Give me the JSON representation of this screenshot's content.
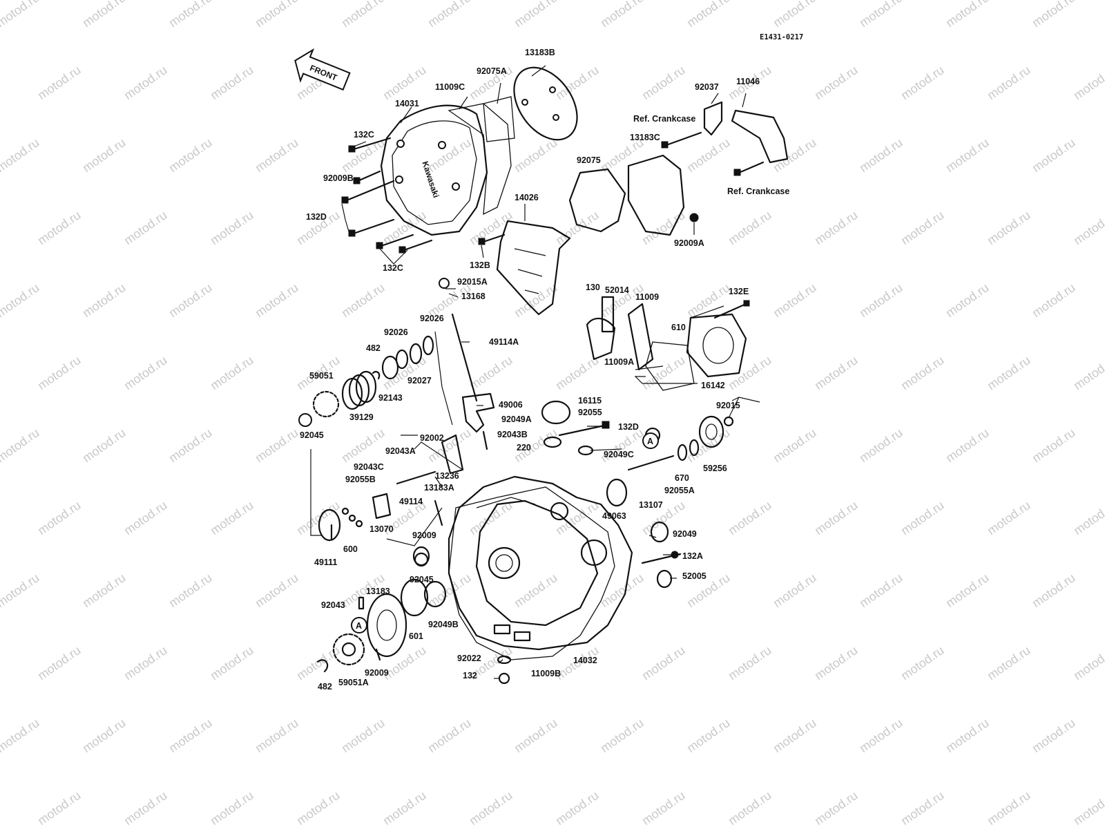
{
  "diagram": {
    "code": "E1431-0217",
    "front_label": "FRONT",
    "brand_text": "Kawasaki",
    "watermark": "motod.ru",
    "ref_label": "Ref. Crankcase",
    "ref_marker": "A",
    "parts": [
      {
        "id": "p0",
        "label": "13183B"
      },
      {
        "id": "p1",
        "label": "92075A"
      },
      {
        "id": "p2",
        "label": "11009C"
      },
      {
        "id": "p3",
        "label": "14031"
      },
      {
        "id": "p4",
        "label": "132C"
      },
      {
        "id": "p5",
        "label": "92009B"
      },
      {
        "id": "p6",
        "label": "132D"
      },
      {
        "id": "p7",
        "label": "132C"
      },
      {
        "id": "p8",
        "label": "92037"
      },
      {
        "id": "p9",
        "label": "11046"
      },
      {
        "id": "p10",
        "label": "13183C"
      },
      {
        "id": "p11",
        "label": "92075"
      },
      {
        "id": "p12",
        "label": "14026"
      },
      {
        "id": "p13",
        "label": "132B"
      },
      {
        "id": "p14",
        "label": "92009A"
      },
      {
        "id": "p15",
        "label": "92015A"
      },
      {
        "id": "p16",
        "label": "13168"
      },
      {
        "id": "p17",
        "label": "130"
      },
      {
        "id": "p18",
        "label": "52014"
      },
      {
        "id": "p19",
        "label": "11009"
      },
      {
        "id": "p20",
        "label": "132E"
      },
      {
        "id": "p21",
        "label": "610"
      },
      {
        "id": "p22",
        "label": "11009A"
      },
      {
        "id": "p23",
        "label": "16142"
      },
      {
        "id": "p24",
        "label": "92026"
      },
      {
        "id": "p25",
        "label": "92026"
      },
      {
        "id": "p26",
        "label": "482"
      },
      {
        "id": "p27",
        "label": "49114A"
      },
      {
        "id": "p28",
        "label": "59051"
      },
      {
        "id": "p29",
        "label": "92027"
      },
      {
        "id": "p30",
        "label": "92143"
      },
      {
        "id": "p31",
        "label": "39129"
      },
      {
        "id": "p32",
        "label": "92045"
      },
      {
        "id": "p33",
        "label": "49006"
      },
      {
        "id": "p34",
        "label": "16115"
      },
      {
        "id": "p35",
        "label": "92055"
      },
      {
        "id": "p36",
        "label": "92049A"
      },
      {
        "id": "p37",
        "label": "132D"
      },
      {
        "id": "p38",
        "label": "92015"
      },
      {
        "id": "p39",
        "label": "92002"
      },
      {
        "id": "p40",
        "label": "92043A"
      },
      {
        "id": "p41",
        "label": "92043B"
      },
      {
        "id": "p42",
        "label": "220"
      },
      {
        "id": "p43",
        "label": "92049C"
      },
      {
        "id": "p44",
        "label": "92043C"
      },
      {
        "id": "p45",
        "label": "13236"
      },
      {
        "id": "p46",
        "label": "92055B"
      },
      {
        "id": "p47",
        "label": "13183A"
      },
      {
        "id": "p48",
        "label": "49114"
      },
      {
        "id": "p49",
        "label": "670"
      },
      {
        "id": "p50",
        "label": "59256"
      },
      {
        "id": "p51",
        "label": "13107"
      },
      {
        "id": "p52",
        "label": "92055A"
      },
      {
        "id": "p53",
        "label": "49063"
      },
      {
        "id": "p54",
        "label": "13070"
      },
      {
        "id": "p55",
        "label": "600"
      },
      {
        "id": "p56",
        "label": "49111"
      },
      {
        "id": "p57",
        "label": "92009"
      },
      {
        "id": "p58",
        "label": "92049"
      },
      {
        "id": "p59",
        "label": "132A"
      },
      {
        "id": "p60",
        "label": "52005"
      },
      {
        "id": "p61",
        "label": "92045"
      },
      {
        "id": "p62",
        "label": "13183"
      },
      {
        "id": "p63",
        "label": "92043"
      },
      {
        "id": "p64",
        "label": "601"
      },
      {
        "id": "p65",
        "label": "92049B"
      },
      {
        "id": "p66",
        "label": "92022"
      },
      {
        "id": "p67",
        "label": "11009B"
      },
      {
        "id": "p68",
        "label": "14032"
      },
      {
        "id": "p69",
        "label": "92009"
      },
      {
        "id": "p70",
        "label": "482"
      },
      {
        "id": "p71",
        "label": "59051A"
      },
      {
        "id": "p72",
        "label": "132"
      }
    ]
  }
}
